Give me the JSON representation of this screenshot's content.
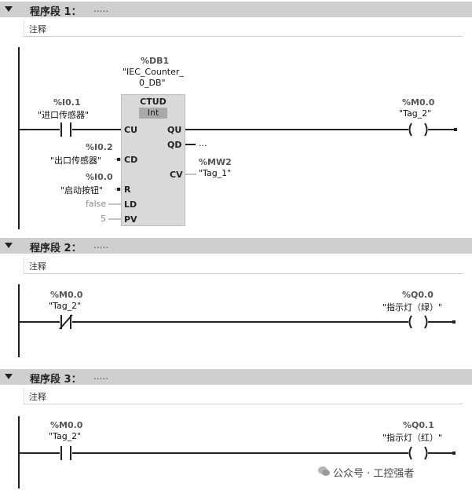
{
  "segments": [
    {
      "title": "程序段 1：",
      "dots": "....."
    },
    {
      "title": "程序段 2：",
      "dots": "....."
    },
    {
      "title": "程序段 3：",
      "dots": "....."
    }
  ],
  "comment_label": "注释",
  "network1": {
    "db_addr": "%DB1",
    "db_name_1": "\"IEC_Counter_",
    "db_name_2": "0_DB\"",
    "block_title": "CTUD",
    "block_type": "Int",
    "cu_addr": "%I0.1",
    "cu_name": "\"进口传感器\"",
    "cd_addr": "%I0.2",
    "cd_name": "\"出口传感器\"",
    "r_addr": "%I0.0",
    "r_name": "\"启动按钮\"",
    "ld_value": "false",
    "pv_value": "5",
    "pins": {
      "cu": "CU",
      "cd": "CD",
      "r": "R",
      "ld": "LD",
      "pv": "PV",
      "qu": "QU",
      "qd": "QD",
      "cv": "CV"
    },
    "qd_value": "...",
    "cv_addr": "%MW2",
    "cv_name": "\"Tag_1\"",
    "coil_addr": "%M0.0",
    "coil_name": "\"Tag_2\""
  },
  "network2": {
    "contact_addr": "%M0.0",
    "contact_name": "\"Tag_2\"",
    "coil_addr": "%Q0.0",
    "coil_name": "\"指示灯（绿）\""
  },
  "network3": {
    "contact_addr": "%M0.0",
    "contact_name": "\"Tag_2\"",
    "coil_addr": "%Q0.1",
    "coil_name": "\"指示灯（红）\""
  },
  "watermark": "公众号 · 工控强者"
}
